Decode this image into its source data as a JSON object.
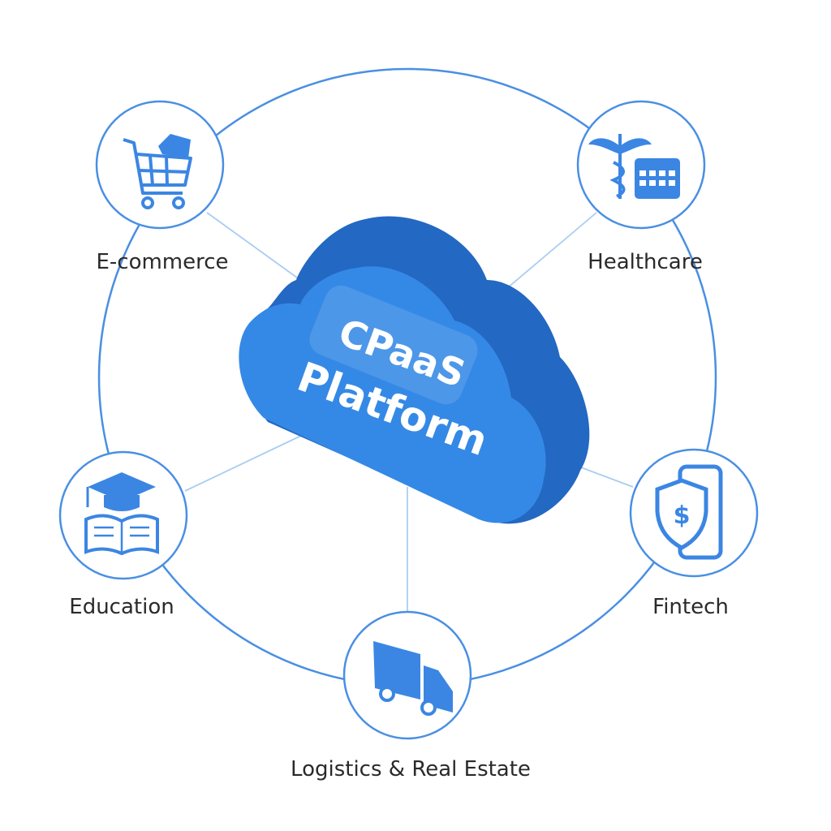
{
  "center": {
    "line1": "CPaaS",
    "line2": "Platform"
  },
  "nodes": [
    {
      "label": "E-commerce",
      "icon": "shopping-cart-icon"
    },
    {
      "label": "Healthcare",
      "icon": "caduceus-calendar-icon"
    },
    {
      "label": "Education",
      "icon": "graduation-book-icon"
    },
    {
      "label": "Fintech",
      "icon": "shield-dollar-phone-icon"
    },
    {
      "label": "Logistics & Real Estate",
      "icon": "delivery-truck-icon"
    }
  ],
  "colors": {
    "accent": "#3b86e3",
    "cloud_front": "#3589e6",
    "cloud_side": "#2368c2",
    "line": "#a9cdf2"
  }
}
